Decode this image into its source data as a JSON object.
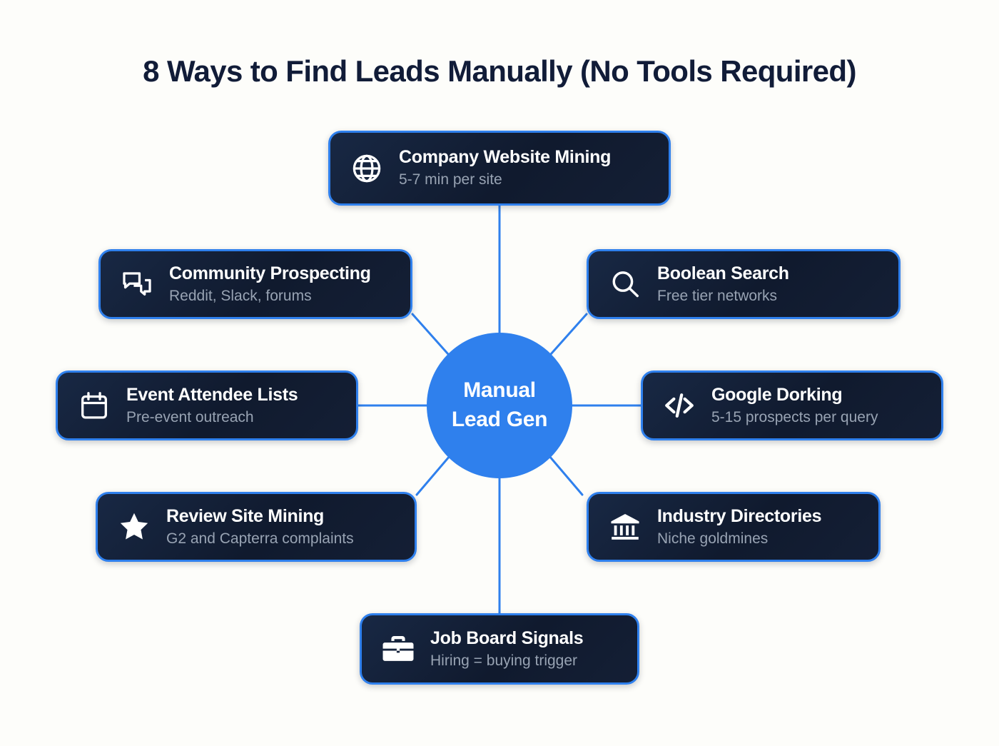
{
  "title": "8 Ways to Find Leads Manually (No Tools Required)",
  "hub": {
    "line1": "Manual",
    "line2": "Lead Gen"
  },
  "colors": {
    "background": "#fdfdfa",
    "title_text": "#111c38",
    "accent_blue": "#2f80ed",
    "card_background": "#131f35",
    "card_border": "#2f80ed",
    "card_title_text": "#ffffff",
    "card_subtitle_text": "#98a3b3",
    "connector_line": "#2f80ed"
  },
  "nodes": [
    {
      "id": "company-website-mining",
      "icon": "globe-icon",
      "title": "Company Website Mining",
      "subtitle": "5-7 min per site",
      "position": "top"
    },
    {
      "id": "community-prospecting",
      "icon": "chat-bubbles-icon",
      "title": "Community Prospecting",
      "subtitle": "Reddit, Slack, forums",
      "position": "upper-left"
    },
    {
      "id": "boolean-search",
      "icon": "search-icon",
      "title": "Boolean Search",
      "subtitle": "Free tier networks",
      "position": "upper-right"
    },
    {
      "id": "event-attendee-lists",
      "icon": "calendar-icon",
      "title": "Event Attendee Lists",
      "subtitle": "Pre-event outreach",
      "position": "left"
    },
    {
      "id": "google-dorking",
      "icon": "code-icon",
      "title": "Google Dorking",
      "subtitle": "5-15 prospects per query",
      "position": "right"
    },
    {
      "id": "review-site-mining",
      "icon": "star-icon",
      "title": "Review Site Mining",
      "subtitle": "G2 and Capterra complaints",
      "position": "lower-left"
    },
    {
      "id": "industry-directories",
      "icon": "bank-icon",
      "title": "Industry Directories",
      "subtitle": "Niche goldmines",
      "position": "lower-right"
    },
    {
      "id": "job-board-signals",
      "icon": "briefcase-icon",
      "title": "Job Board Signals",
      "subtitle": "Hiring = buying trigger",
      "position": "bottom"
    }
  ]
}
